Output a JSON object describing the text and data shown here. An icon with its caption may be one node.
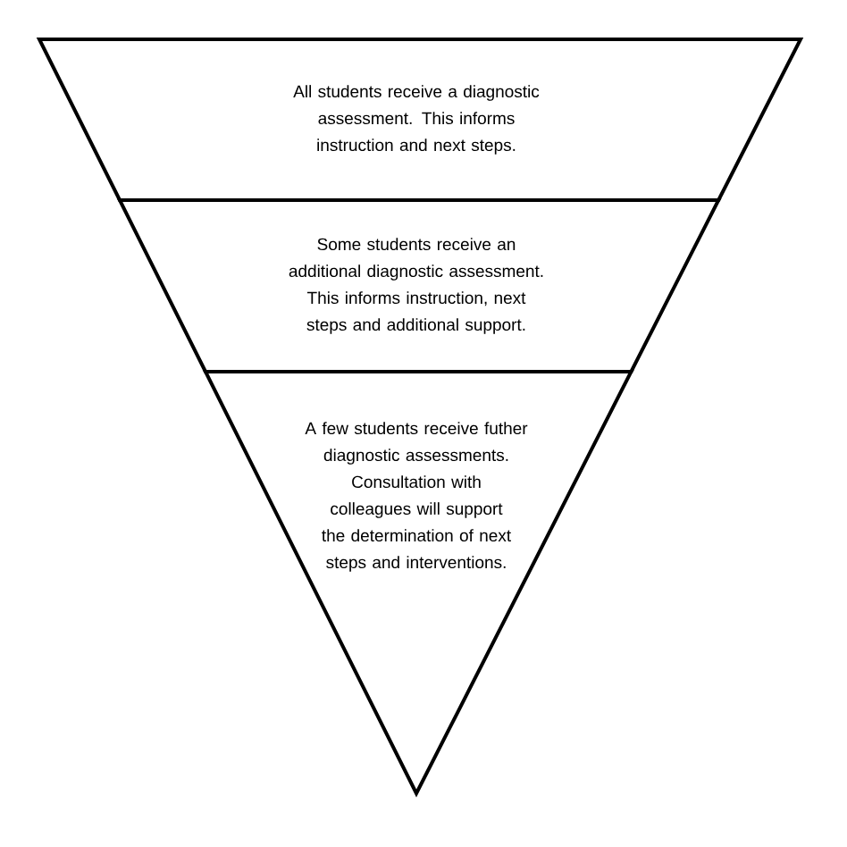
{
  "diagram": {
    "nodes": [
      {
        "text": [
          "All students receive a diagnostic assessment. This informs instruction and next steps."
        ]
      },
      {
        "text": [
          "Some students receive an additional diagnostic assessment. This informs instruction, next steps and additional support."
        ]
      },
      {
        "text": [
          "A few students receive futher diagnostic assessments. Consultation with colleagues will support the determination of next steps and interventions."
        ]
      }
    ]
  }
}
